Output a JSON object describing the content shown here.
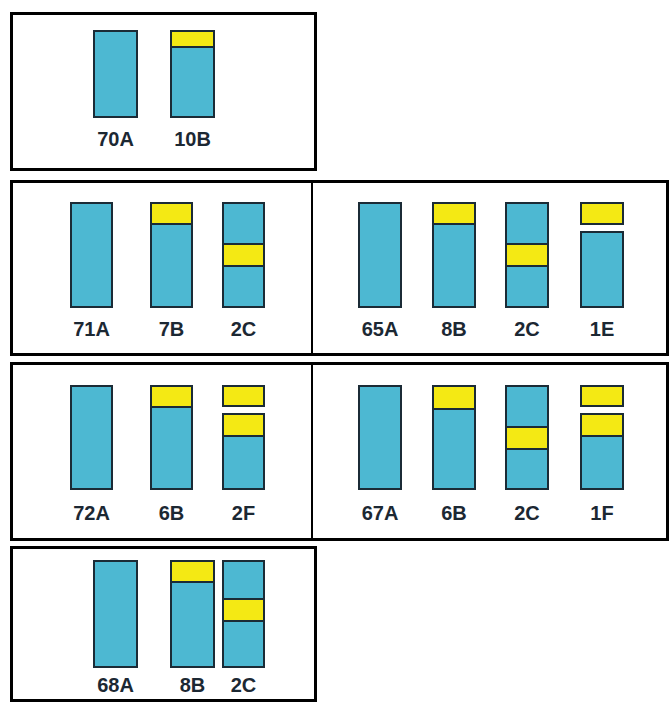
{
  "diagram": {
    "nodes": [
      {
        "text": [
          "70A"
        ]
      },
      {
        "text": [
          "10B"
        ]
      },
      {
        "text": [
          "71A"
        ]
      },
      {
        "text": [
          "7B"
        ]
      },
      {
        "text": [
          "2C"
        ]
      },
      {
        "text": [
          "65A"
        ]
      },
      {
        "text": [
          "8B"
        ]
      },
      {
        "text": [
          "2C"
        ]
      },
      {
        "text": [
          "1E"
        ]
      },
      {
        "text": [
          "72A"
        ]
      },
      {
        "text": [
          "6B"
        ]
      },
      {
        "text": [
          "2F"
        ]
      },
      {
        "text": [
          "67A"
        ]
      },
      {
        "text": [
          "6B"
        ]
      },
      {
        "text": [
          "2C"
        ]
      },
      {
        "text": [
          "1F"
        ]
      },
      {
        "text": [
          "68A"
        ]
      },
      {
        "text": [
          "8B"
        ]
      },
      {
        "text": [
          "2C"
        ]
      }
    ]
  }
}
